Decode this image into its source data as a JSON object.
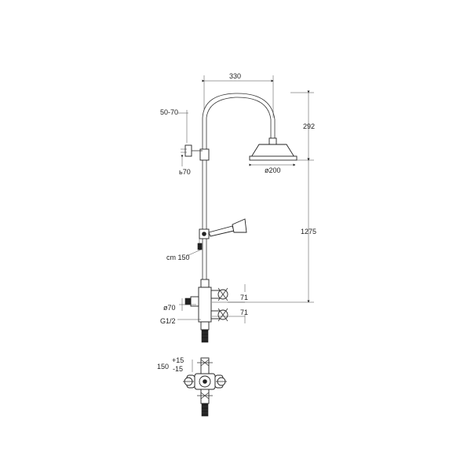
{
  "dimensions": {
    "width_330": "330",
    "height_292": "292",
    "height_1275": "1275",
    "wall_50_70": "50-70",
    "base_70": "ь70",
    "head_200": "ø200",
    "hose_150": "cm 150",
    "dia_70": "ø70",
    "thread": "G1/2",
    "depth_71a": "71",
    "depth_71b": "71",
    "center_150": "150",
    "plus_15": "+15",
    "minus_15": "-15"
  }
}
